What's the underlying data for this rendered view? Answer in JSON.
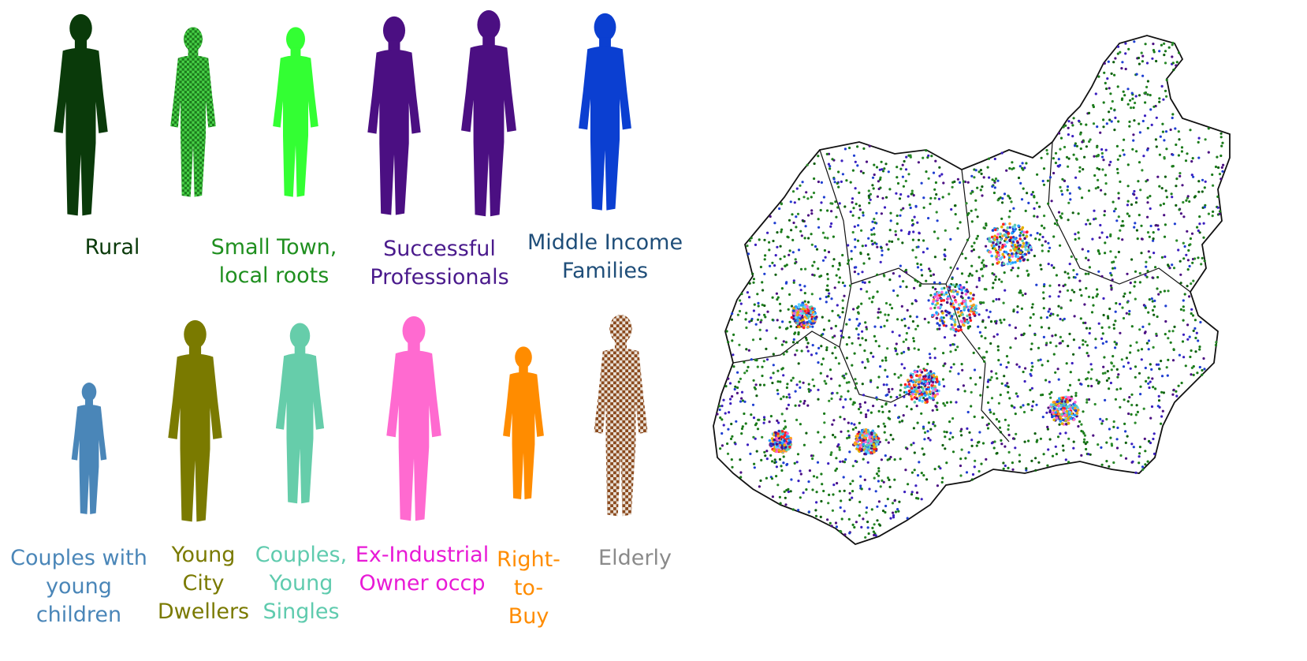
{
  "segments": [
    {
      "key": "rural",
      "label": "Rural",
      "color": "#0a3a0a",
      "pattern": "solid"
    },
    {
      "key": "small-town",
      "label": "Small Town,\nlocal roots",
      "color": "#1f8f1f",
      "figure_color": "#1c7a1c",
      "pattern": "checker-green"
    },
    {
      "key": "successful-professionals",
      "label": "Successful\nProfessionals",
      "color": "#4a1a8c",
      "figure_color": "#4b0f82",
      "pattern": "solid"
    },
    {
      "key": "middle-income-families",
      "label": "Middle Income\nFamilies",
      "color": "#1f4e79",
      "figure_color": "#0b3fd1",
      "pattern": "solid"
    },
    {
      "key": "couples-young-children",
      "label": "Couples with\nyoung children",
      "color": "#4a86b8",
      "pattern": "solid"
    },
    {
      "key": "young-city-dwellers",
      "label": "Young\nCity\nDwellers",
      "color": "#7a7a00",
      "pattern": "solid"
    },
    {
      "key": "couples-young-singles",
      "label": "Couples,\nYoung\nSingles",
      "color": "#5fcbae",
      "pattern": "solid"
    },
    {
      "key": "ex-industrial",
      "label": "Ex-Industrial\nOwner occp",
      "color": "#e81ad6",
      "figure_color": "#ff6ad0",
      "pattern": "solid"
    },
    {
      "key": "right-to-buy",
      "label": "Right-\nto-Buy",
      "color": "#ff8c00",
      "pattern": "solid"
    },
    {
      "key": "elderly",
      "label": "Elderly",
      "color": "#8a8a8a",
      "figure_color": "#8b4a1e",
      "pattern": "checker-brown"
    }
  ],
  "map": {
    "name": "regional-classification-map",
    "point_colors": [
      "#1a7a1a",
      "#1a7a1a",
      "#1a7a1a",
      "#2b8a2b",
      "#0f5f0f",
      "#4b0f82",
      "#3b1fbf",
      "#1f3fd1"
    ],
    "urban_colors": [
      "#ff2020",
      "#ffa020",
      "#20a0ff",
      "#ff60d0",
      "#60d0ff",
      "#5fcbae",
      "#e0b000",
      "#4b0f82",
      "#1f3fd1"
    ]
  }
}
